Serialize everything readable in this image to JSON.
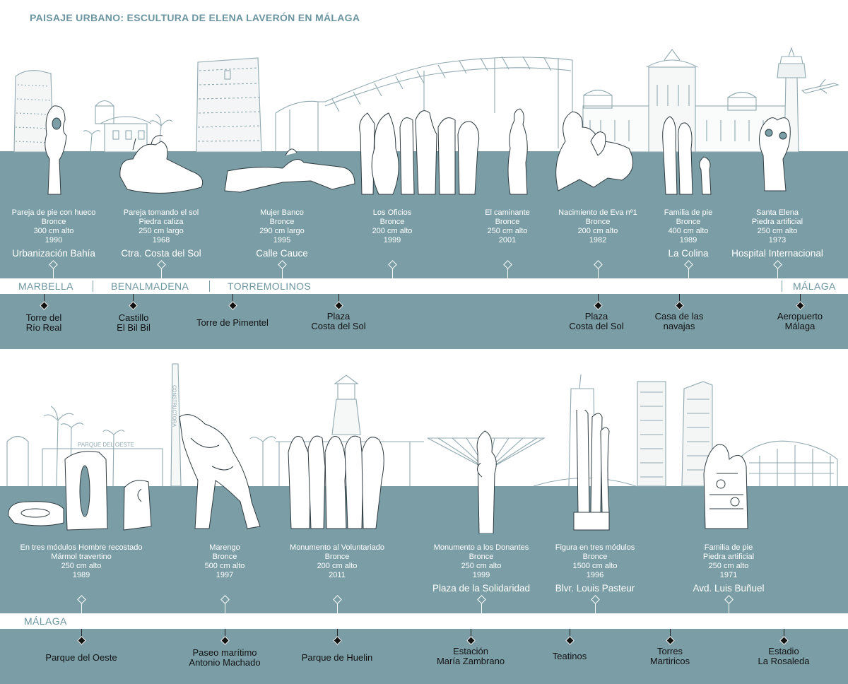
{
  "title": "PAISAJE URBANO: ESCULTURA DE ELENA LAVERÓN EN MÁLAGA",
  "colors": {
    "band": "#7b9ea6",
    "accent": "#6b95a0",
    "text_on_band": "#ffffff",
    "text_dark": "#111111"
  },
  "row1": {
    "sculptures": [
      {
        "lines": [
          "Pareja de pie con hueco",
          "Bronce",
          "300 cm alto",
          "1990"
        ],
        "location": "Urbanización Bahía"
      },
      {
        "lines": [
          "Pareja tomando el sol",
          "Piedra caliza",
          "250 cm largo",
          "1968"
        ],
        "location": "Ctra. Costa del Sol"
      },
      {
        "lines": [
          "Mujer Banco",
          "Bronce",
          "290 cm largo",
          "1995"
        ],
        "location": "Calle Cauce"
      },
      {
        "lines": [
          "Los Oficios",
          "Bronce",
          "200 cm alto",
          "1999"
        ],
        "location": ""
      },
      {
        "lines": [
          "El caminante",
          "Bronce",
          "250 cm alto",
          "2001"
        ],
        "location": ""
      },
      {
        "lines": [
          "Nacimiento de Eva nº1",
          "Bronce",
          "200 cm alto",
          "1982"
        ],
        "location": ""
      },
      {
        "lines": [
          "Familia de pie",
          "Bronce",
          "400 cm alto",
          "1989"
        ],
        "location": "La Colina"
      },
      {
        "lines": [
          "Santa Elena",
          "Piedra artificial",
          "250 cm alto",
          "1973"
        ],
        "location": "Hospital Internacional"
      }
    ],
    "cities": [
      "MARBELLA",
      "BENALMADENA",
      "TORREMOLINOS",
      "MÁLAGA"
    ],
    "places": [
      {
        "lines": [
          "Torre del",
          "Río Real"
        ]
      },
      {
        "lines": [
          "Castillo",
          "El Bil Bil"
        ]
      },
      {
        "lines": [
          "Torre de Pimentel"
        ]
      },
      {
        "lines": [
          "Plaza",
          "Costa del Sol"
        ]
      },
      {
        "lines": [
          "Plaza",
          "Costa del Sol"
        ]
      },
      {
        "lines": [
          "Casa de las",
          "navajas"
        ]
      },
      {
        "lines": [
          "Aeropuerto",
          "Málaga"
        ]
      }
    ]
  },
  "row2": {
    "sculptures": [
      {
        "lines": [
          "En tres módulos Hombre recostado",
          "Mármol travertino",
          "250 cm alto",
          "1989"
        ],
        "location": ""
      },
      {
        "lines": [
          "Marengo",
          "Bronce",
          "500 cm alto",
          "1997"
        ],
        "location": ""
      },
      {
        "lines": [
          "Monumento al Voluntariado",
          "Bronce",
          "200 cm alto",
          "2011"
        ],
        "location": ""
      },
      {
        "lines": [
          "Monumento a los Donantes",
          "Bronce",
          "250 cm alto",
          "1999"
        ],
        "location": "Plaza de la Solidaridad"
      },
      {
        "lines": [
          "Figura en tres módulos",
          "Bronce",
          "1500 cm alto",
          "1996"
        ],
        "location": "Blvr. Louis Pasteur"
      },
      {
        "lines": [
          "Familia de pie",
          "Piedra artificial",
          "250 cm alto",
          "1971"
        ],
        "location": "Avd. Luis Buñuel"
      }
    ],
    "cities": [
      "MÁLAGA"
    ],
    "places": [
      {
        "lines": [
          "Parque del Oeste"
        ]
      },
      {
        "lines": [
          "Paseo marítimo",
          "Antonio Machado"
        ]
      },
      {
        "lines": [
          "Parque de Huelin"
        ]
      },
      {
        "lines": [
          "Estación",
          "María Zambrano"
        ]
      },
      {
        "lines": [
          "Teatinos"
        ]
      },
      {
        "lines": [
          "Torres",
          "Martiricos"
        ]
      },
      {
        "lines": [
          "Estadio",
          "La Rosaleda"
        ]
      }
    ]
  },
  "signage": {
    "parque": "PARQUE DEL OESTE",
    "chimney": "CONSTRUCTORA"
  }
}
